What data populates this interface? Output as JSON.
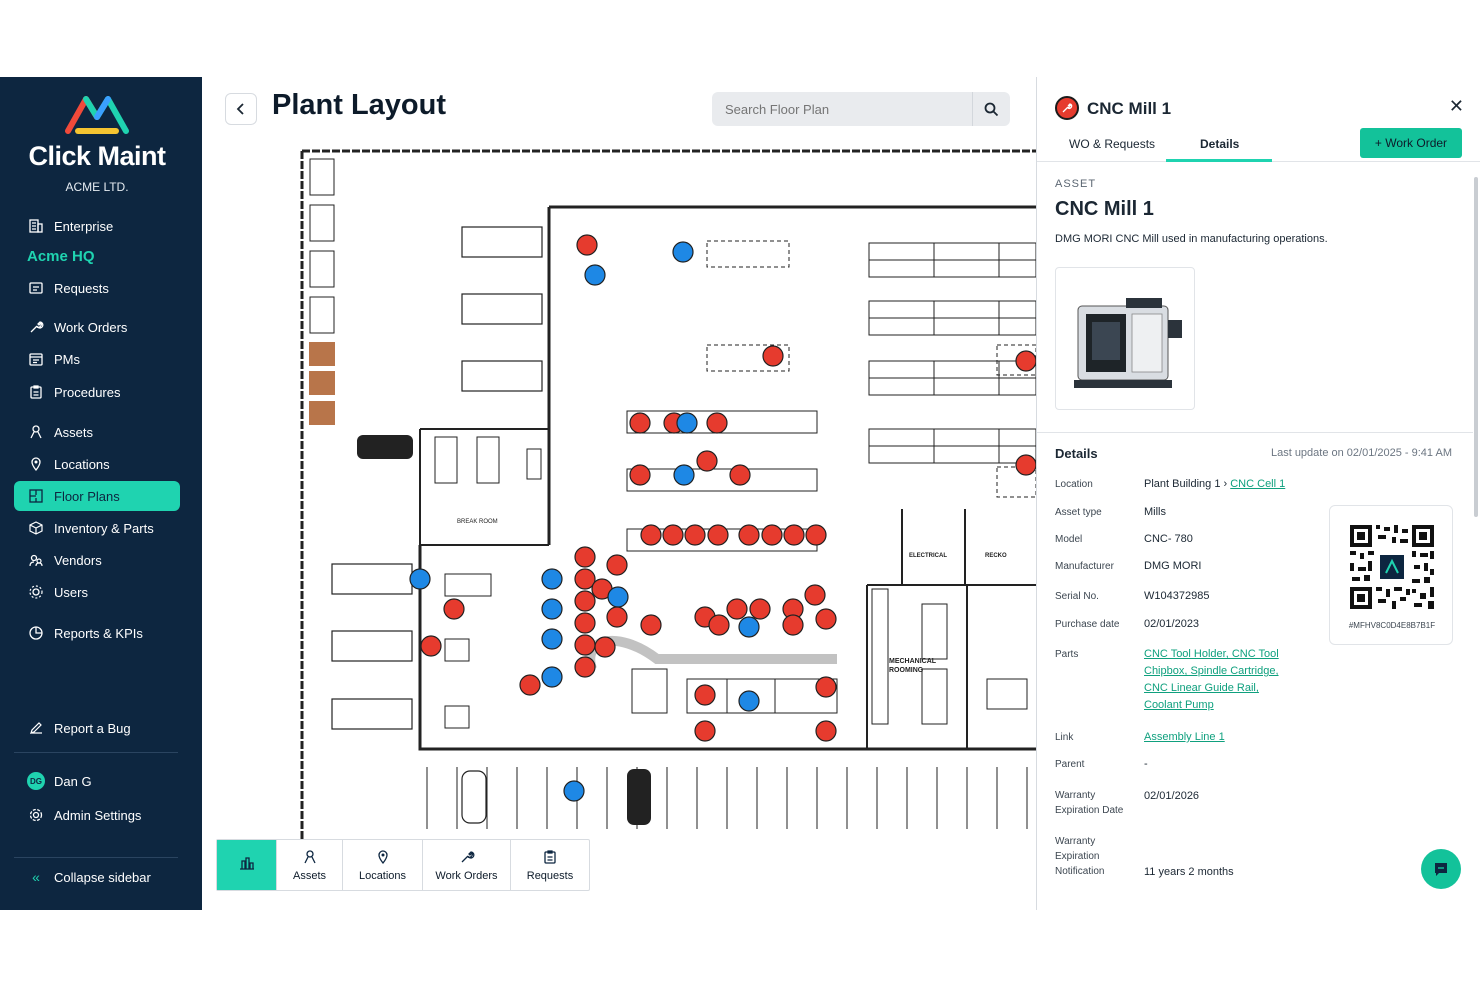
{
  "brand": {
    "name": "Click Maint",
    "company": "ACME LTD."
  },
  "sidebar": {
    "enterprise": "Enterprise",
    "org": "Acme HQ",
    "items": [
      {
        "label": "Requests",
        "icon": "requests-icon"
      },
      {
        "label": "Work Orders",
        "icon": "wrench-icon"
      },
      {
        "label": "PMs",
        "icon": "calendar-icon"
      },
      {
        "label": "Procedures",
        "icon": "clipboard-icon"
      },
      {
        "label": "Assets",
        "icon": "assets-icon"
      },
      {
        "label": "Locations",
        "icon": "location-icon"
      },
      {
        "label": "Floor Plans",
        "icon": "floorplan-icon",
        "active": true
      },
      {
        "label": "Inventory & Parts",
        "icon": "box-icon"
      },
      {
        "label": "Vendors",
        "icon": "vendors-icon"
      },
      {
        "label": "Users",
        "icon": "users-icon"
      },
      {
        "label": "Reports & KPIs",
        "icon": "chart-icon"
      }
    ],
    "report_bug": "Report a Bug",
    "user": {
      "initials": "DG",
      "name": "Dan G"
    },
    "admin": "Admin Settings",
    "collapse": "Collapse sidebar"
  },
  "main": {
    "title": "Plant Layout",
    "search_placeholder": "Search Floor Plan",
    "plan_labels": {
      "break_room": "BREAK ROOM",
      "electrical": "ELECTRICAL",
      "mechanical": "MECHANICAL",
      "rooming": "ROOMING",
      "recko": "RECKO"
    },
    "toolbar": [
      {
        "label": "",
        "icon": "building-icon",
        "active": true
      },
      {
        "label": "Assets",
        "icon": "assets-icon"
      },
      {
        "label": "Locations",
        "icon": "location-icon"
      },
      {
        "label": "Work Orders",
        "icon": "wrench-icon"
      },
      {
        "label": "Requests",
        "icon": "requests-icon"
      }
    ]
  },
  "panel": {
    "title": "CNC Mill 1",
    "tabs": [
      "WO & Requests",
      "Details"
    ],
    "active_tab": "Details",
    "work_order_button": "+ Work Order",
    "section": "ASSET",
    "asset_name": "CNC Mill 1",
    "description": "DMG MORI CNC Mill used in manufacturing operations.",
    "details_title": "Details",
    "last_update": "Last update on 02/01/2025 - 9:41 AM",
    "fields": {
      "location_label": "Location",
      "location_prefix": "Plant Building 1 ›",
      "location_link": "CNC Cell 1",
      "asset_type_label": "Asset type",
      "asset_type": "Mills",
      "model_label": "Model",
      "model": "CNC- 780",
      "manufacturer_label": "Manufacturer",
      "manufacturer": "DMG MORI",
      "serial_label": "Serial No.",
      "serial": "W104372985",
      "purchase_label": "Purchase date",
      "purchase": "02/01/2023",
      "parts_label": "Parts",
      "parts_1": "CNC Tool Holder, CNC Tool",
      "parts_2": "Chipbox, Spindle Cartridge,",
      "parts_3": "CNC Linear Guide Rail,",
      "parts_4": "Coolant Pump",
      "link_label": "Link",
      "link": "Assembly Line 1",
      "parent_label": "Parent",
      "parent": "-",
      "warranty_exp_label_1": "Warranty",
      "warranty_exp_label_2": "Expiration Date",
      "warranty_exp": "02/01/2026",
      "warranty_notif_label_1": "Warranty",
      "warranty_notif_label_2": "Expiration",
      "warranty_notif_label_3": "Notification",
      "warranty_notif": "11 years 2 months"
    },
    "qr_id": "#MFHV8C0D4E8B7B1F"
  },
  "colors": {
    "sidebar": "#0d2640",
    "accent": "#1fd3b0",
    "wo_marker": "#e63b2e",
    "req_marker": "#1e88e5",
    "link": "#0fa07e"
  }
}
